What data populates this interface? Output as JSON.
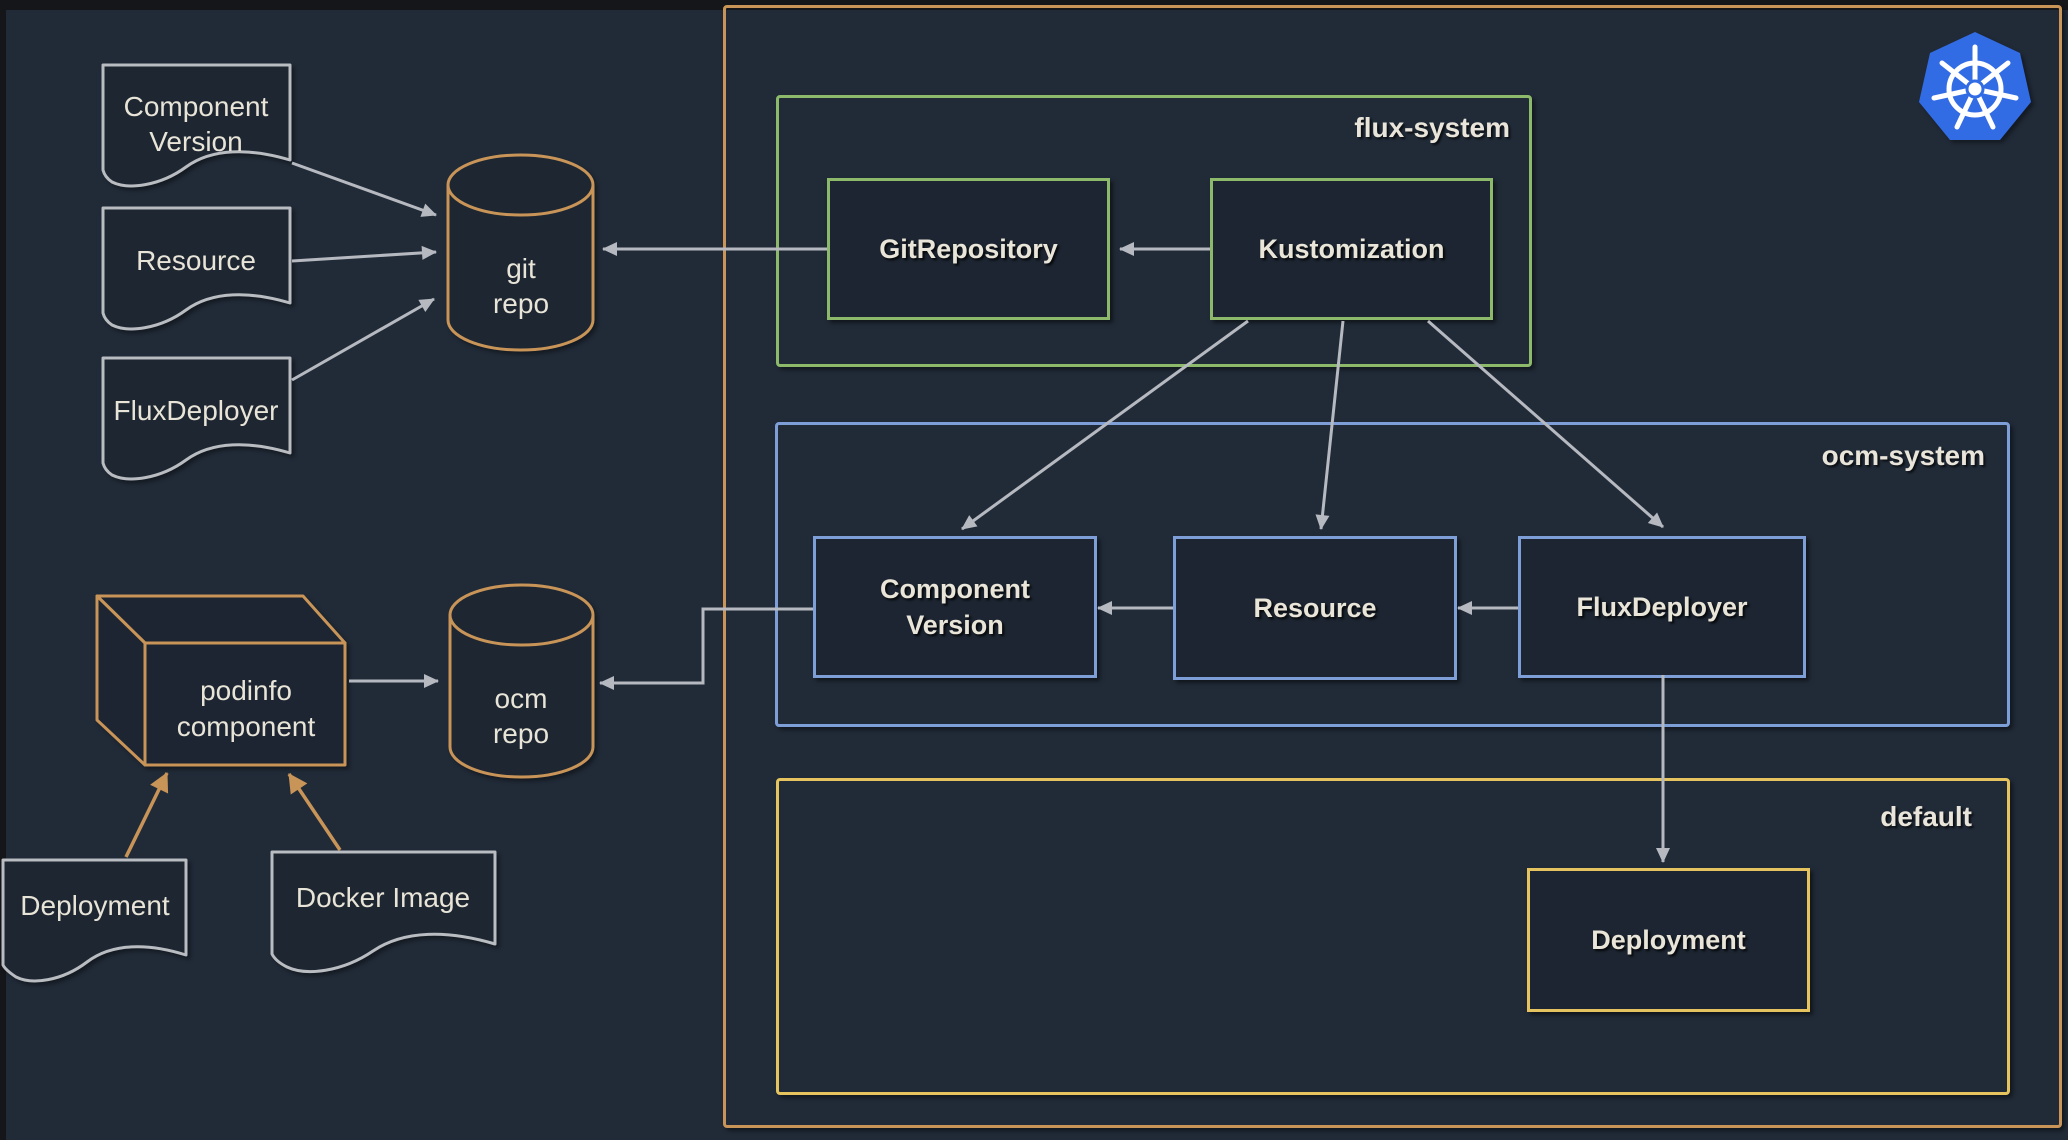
{
  "containers": {
    "flux_system": {
      "label": "flux-system"
    },
    "ocm_system": {
      "label": "ocm-system"
    },
    "default_ns": {
      "label": "default"
    }
  },
  "nodes": {
    "git_repository": "GitRepository",
    "kustomization": "Kustomization",
    "component_version": "Component Version",
    "resource": "Resource",
    "flux_deployer": "FluxDeployer",
    "deployment": "Deployment"
  },
  "documents": {
    "component_version": {
      "line1": "Component",
      "line2": "Version"
    },
    "resource": "Resource",
    "flux_deployer": "FluxDeployer",
    "deployment": "Deployment",
    "docker_image": "Docker Image"
  },
  "stores": {
    "git_repo": {
      "line1": "git",
      "line2": "repo"
    },
    "ocm_repo": {
      "line1": "ocm",
      "line2": "repo"
    }
  },
  "artifact": {
    "podinfo": {
      "line1": "podinfo",
      "line2": "component"
    }
  },
  "icons": {
    "kubernetes_logo": "kubernetes-helm-wheel"
  },
  "colors": {
    "background": "#212b38",
    "node_fill": "#1c2531",
    "orange_border": "#c89458",
    "green_border": "#8cba6a",
    "blue_border": "#7e9ed8",
    "yellow_border": "#e5c35e",
    "gray_line": "#b6bac0",
    "text": "#e9e5d9",
    "kubernetes_blue": "#326ce5"
  }
}
